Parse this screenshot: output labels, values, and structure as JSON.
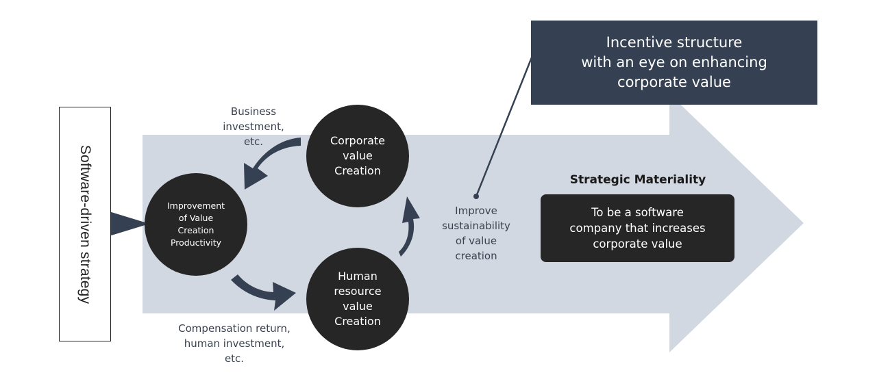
{
  "colors": {
    "arrow_fill": "#d2d8e1",
    "dark_navy": "#354152",
    "circle_fill": "#262626",
    "label_text": "#3a4250"
  },
  "left_panel": {
    "label": "Software-driven strategy"
  },
  "circles": {
    "improvement": "Improvement\nof Value\nCreation\nProductivity",
    "corporate": "Corporate\nvalue\nCreation",
    "human": "Human\nresource\nvalue\nCreation"
  },
  "flow_labels": {
    "business": "Business\ninvestment,\netc.",
    "compensation": "Compensation return,\nhuman investment,\netc.",
    "sustainability": "Improve\nsustainability\nof value\ncreation"
  },
  "callout": {
    "text": "Incentive structure\nwith an eye on enhancing\ncorporate value"
  },
  "strategic_materiality": {
    "title": "Strategic Materiality",
    "text": "To be a software\ncompany that increases\ncorporate value"
  }
}
